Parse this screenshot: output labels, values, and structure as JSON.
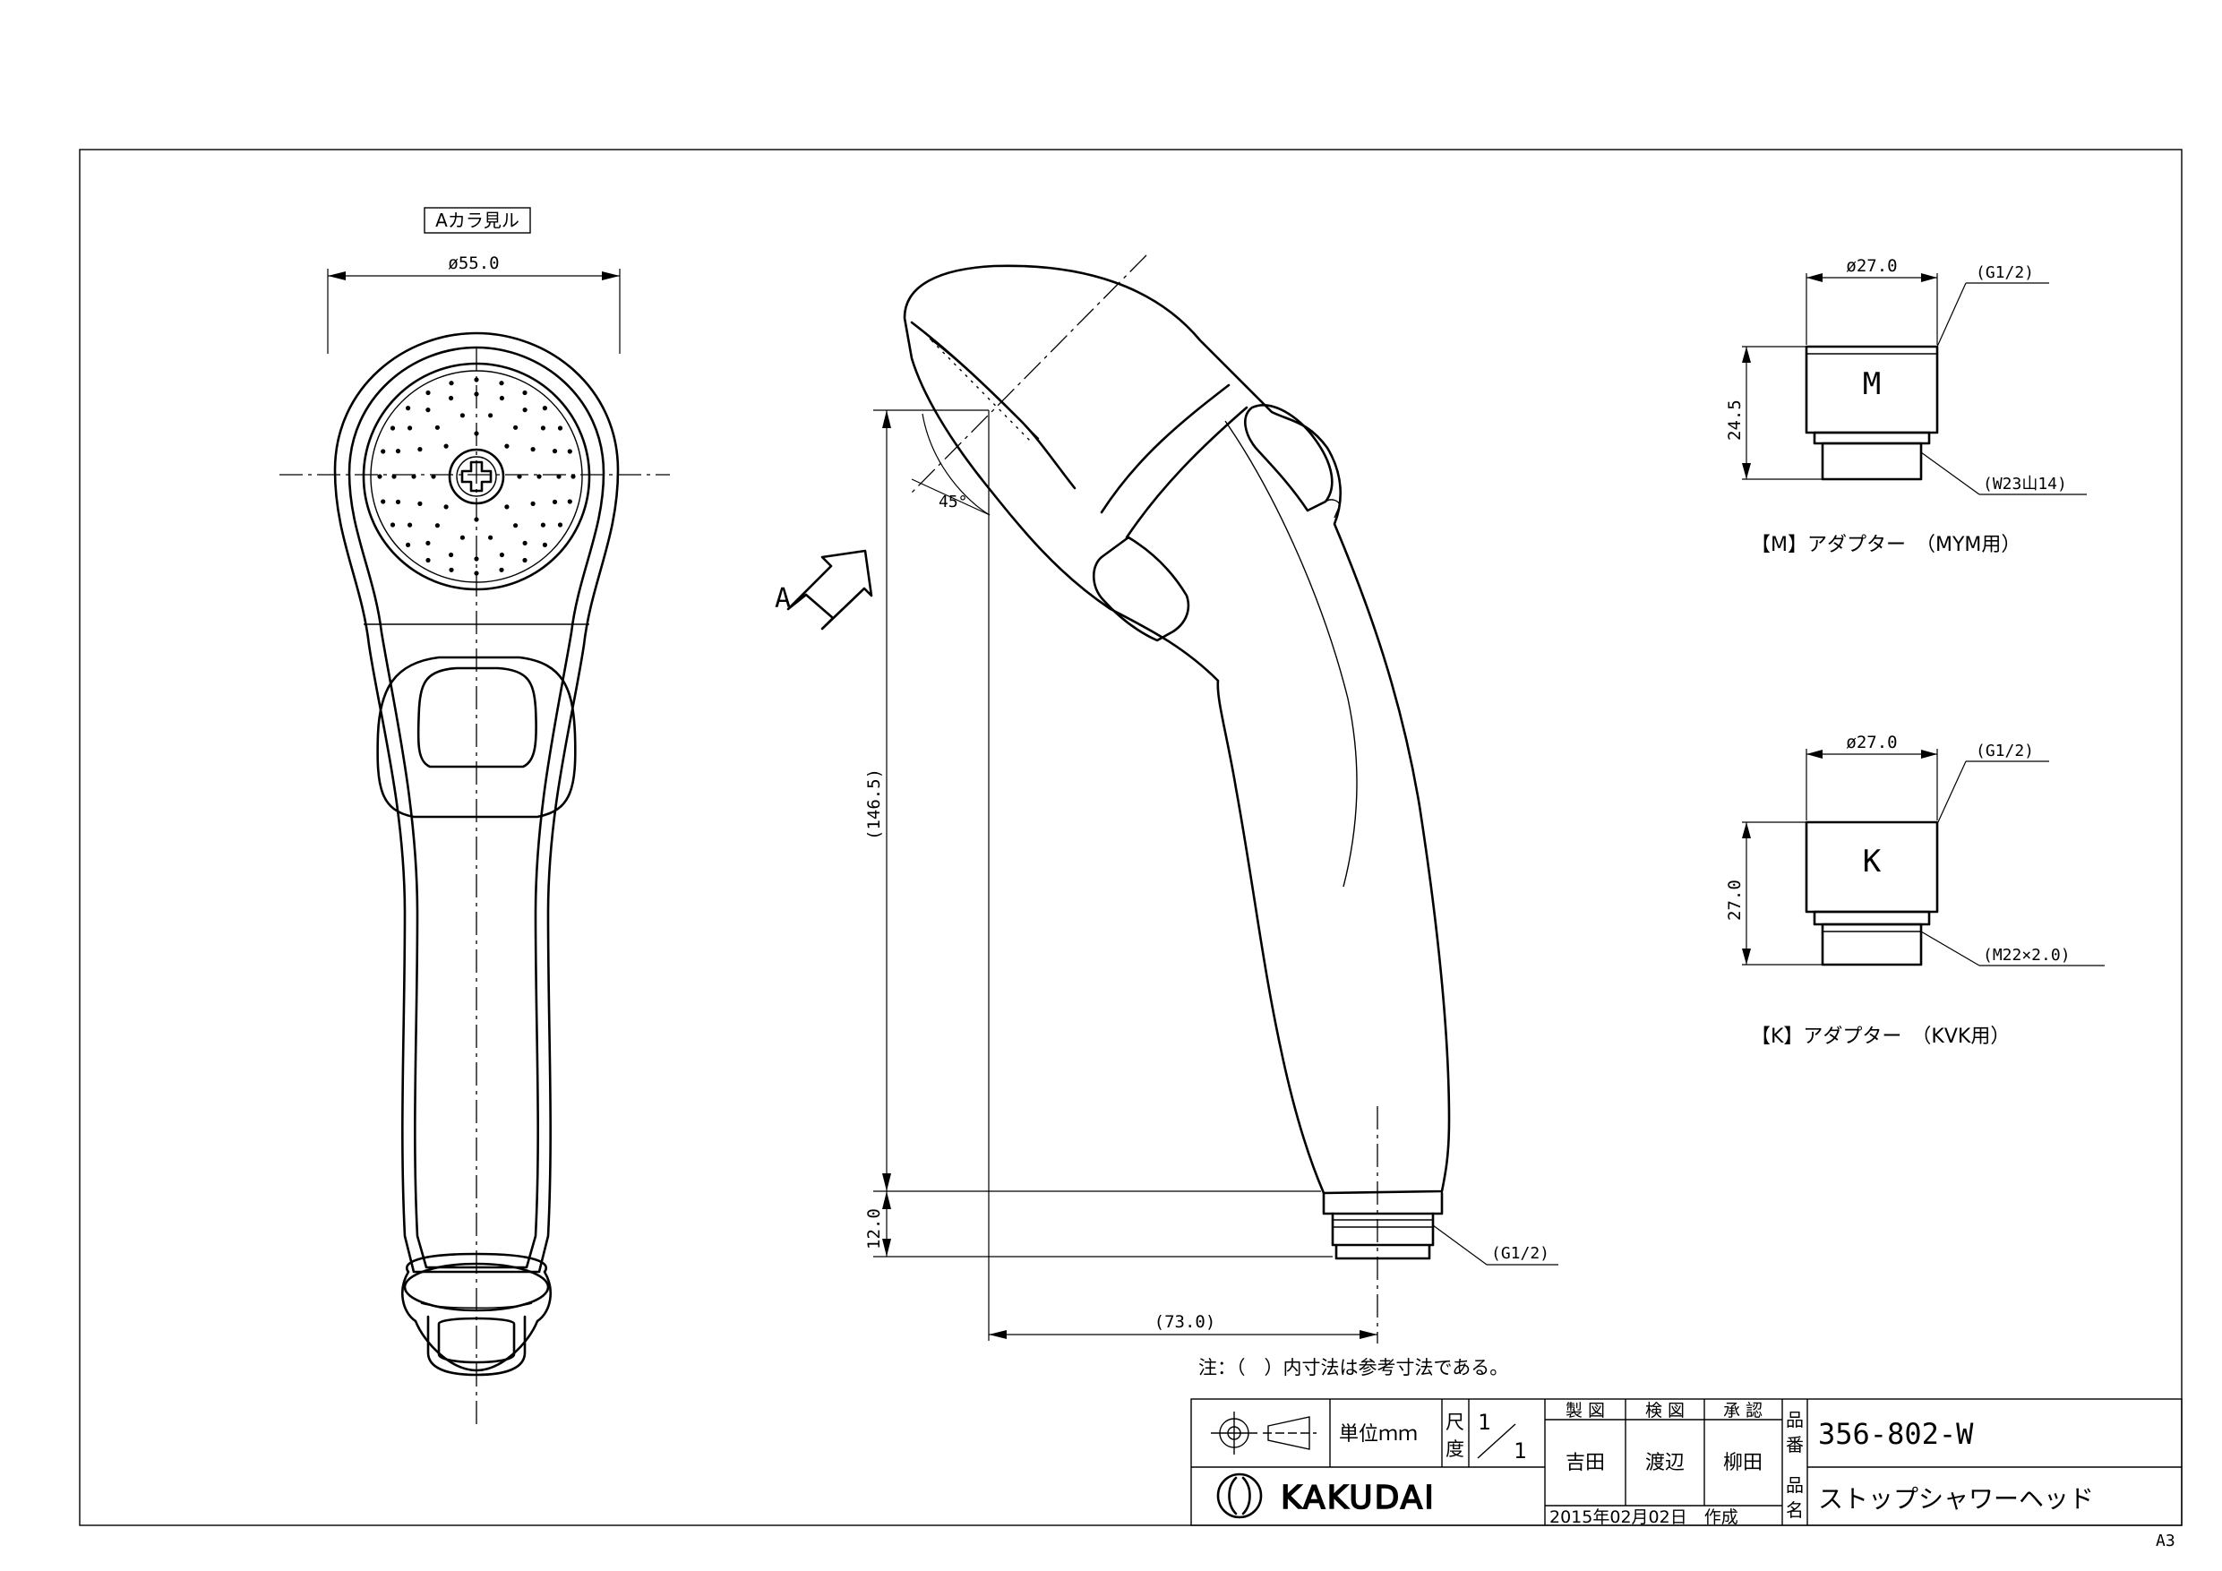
{
  "views": {
    "front": {
      "caption": "Aカラ見ル",
      "dim_width": "ø55.0"
    },
    "side": {
      "arrow_label": "A",
      "angle": "45°",
      "dim_total_height": "(146.5)",
      "dim_thread_height": "12.0",
      "dim_width": "(73.0)",
      "thread_label": "(G1/2)"
    },
    "adapter_m": {
      "letter": "M",
      "dim_diameter": "ø27.0",
      "dim_height": "24.5",
      "thread_top": "(G1/2)",
      "thread_bottom": "(W23山14)",
      "caption": "【M】アダプター　（MYM用）"
    },
    "adapter_k": {
      "letter": "K",
      "dim_diameter": "ø27.0",
      "dim_height": "27.0",
      "thread_top": "(G1/2)",
      "thread_bottom": "(M22×2.0)",
      "caption": "【K】アダプター　（KVK用）"
    }
  },
  "note": "注：（　）内寸法は参考寸法である。",
  "title_block": {
    "unit_label": "単位ｍｍ",
    "scale_label_1": "尺",
    "scale_label_2": "度",
    "scale_num": "1",
    "scale_den": "1",
    "made_by_label": "製 図",
    "checked_by_label": "検 図",
    "approved_by_label": "承 認",
    "made_by": "吉田",
    "checked_by": "渡辺",
    "approved_by": "柳田",
    "part_no_label_1": "品",
    "part_no_label_2": "番",
    "part_no": "356-802-W",
    "name_label_1": "品",
    "name_label_2": "名",
    "part_name": "ストップシャワーヘッド",
    "logo_text": "KAKUDAI",
    "date": "2015年02月02日　作成"
  },
  "sheet_size": "A3"
}
